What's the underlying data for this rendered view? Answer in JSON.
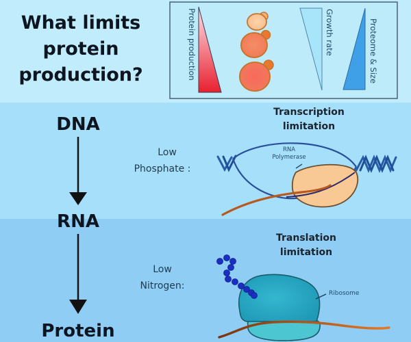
{
  "title": {
    "lines": [
      "What limits",
      "protein",
      "production?"
    ]
  },
  "legend": {
    "protein_production_label": "Protein production",
    "growth_rate_label": "Growth rate",
    "proteome_size_label": "Proteome & Size",
    "cells_count": 3
  },
  "flow": {
    "dna": "DNA",
    "rna": "RNA",
    "protein": "Protein"
  },
  "transcription": {
    "header_line1": "Transcription",
    "header_line2": "limitation",
    "condition_line1": "Low",
    "condition_line2": "Phosphate :",
    "enzyme_line1": "RNA",
    "enzyme_line2": "Polymerase"
  },
  "translation": {
    "header_line1": "Translation",
    "header_line2": "limitation",
    "condition_line1": "Low",
    "condition_line2": "Nitrogen:",
    "ribosome_label": "Ribosome"
  },
  "colors": {
    "band_top": "#c0ecfb",
    "band_mid": "#a6dffa",
    "band_bot": "#8fcdf5",
    "red_gradient_end": "#e8202e",
    "growth_triangle": "#a8e4fa",
    "proteome_triangle": "#3fa0e8",
    "polymerase_fill": "#f9c995",
    "ribosome_large": "#2aa9c4",
    "ribosome_small": "#4cc7d2",
    "mrna": "#c25a18",
    "peptide_beads": "#1a2fc0",
    "dna_helix": "#2a5da8"
  }
}
